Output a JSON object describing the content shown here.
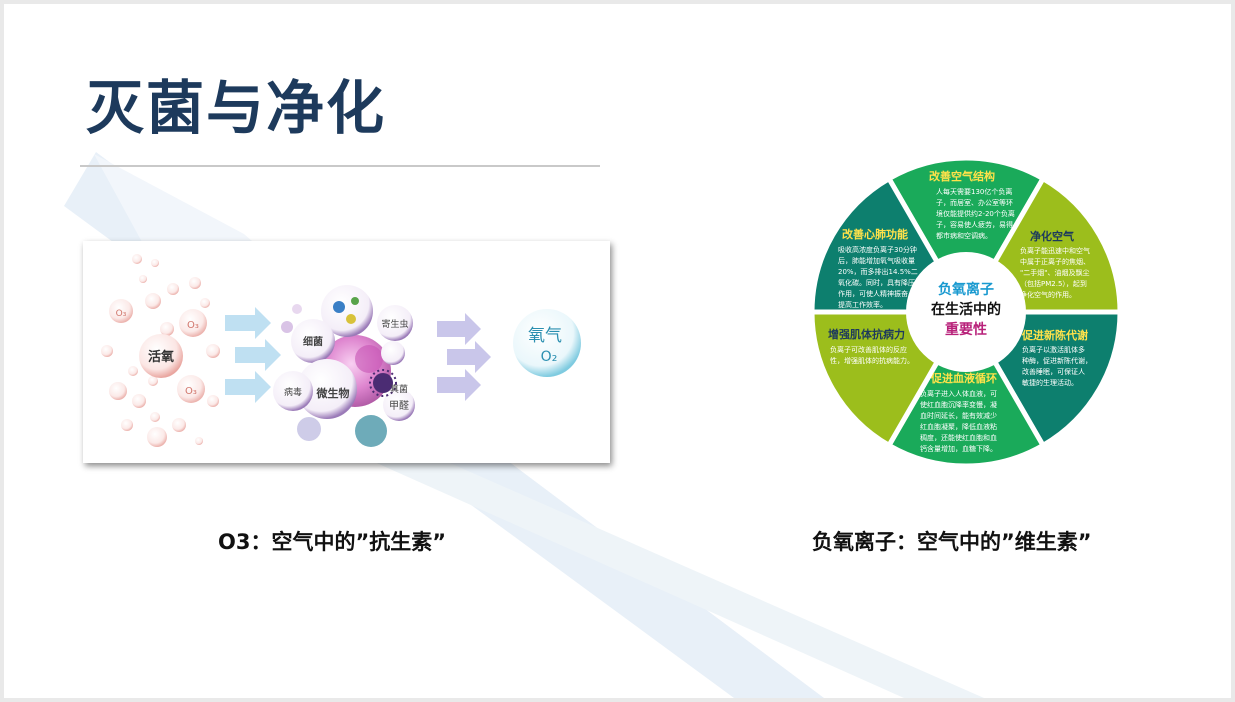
{
  "title": "灭菌与净化",
  "left_image": {
    "active_oxygen": "活氧",
    "o3": "O₃",
    "bacteria": "细菌",
    "parasite": "寄生虫",
    "fungi": "真菌",
    "virus": "病毒",
    "microbe": "微生物",
    "formaldehyde": "甲醛",
    "oxygen": "氧气",
    "o2": "O₂"
  },
  "captions": {
    "left": "O3：空气中的”抗生素”",
    "right": "负氧离子：空气中的”维生素”"
  },
  "wheel": {
    "center": {
      "line1": "负氧离子",
      "line2": "在生活中的",
      "line3": "重要性"
    },
    "segments": [
      {
        "title": "改善空气结构",
        "lines": [
          "人每天需要130亿个负离",
          "子，而居室、办公室等环",
          "境仅能提供约2-20个负离",
          "子，容易使人疲劳，易得",
          "都市病和空调病。"
        ]
      },
      {
        "title": "净化空气",
        "lines": [
          "负离子能迅速中和空气",
          "中属于正离子的焦烟、",
          "\"二手烟\"、油烟及飘尘",
          "（包括PM2.5），起到",
          "净化空气的作用。"
        ]
      },
      {
        "title": "促进新陈代谢",
        "lines": [
          "负离子以激活肌体多",
          "种酶，促进新陈代谢，",
          "改善睡眠，可保证人",
          "敏捷的生理活动。"
        ]
      },
      {
        "title": "促进血液循环",
        "lines": [
          "负离子进入人体血液，可",
          "使红血胞沉降率变慢，凝",
          "血时间延长，能有效减少",
          "红血胞凝聚，降低血液粘",
          "稠度，还能使红血胞和血",
          "钙含量增加，血糖下降。"
        ]
      },
      {
        "title": "增强肌体抗病力",
        "lines": [
          "负离子可改善肌体的反应",
          "性，增强肌体的抗病能力。"
        ]
      },
      {
        "title": "改善心肺功能",
        "lines": [
          "吸收高浓度负离子30分钟",
          "后，肺能增加氧气吸收量",
          "20%，而多排出14.5%二",
          "氧化碳。同时，具有降压",
          "作用，可使人精神振奋，",
          "提高工作效率。"
        ]
      }
    ]
  },
  "colors": {
    "title": "#1d3a5c",
    "teal": "#0d7f6e",
    "green": "#1aaa5a",
    "yellow_green": "#9cbe1c",
    "center_title": "#1a9ad0",
    "center_accent": "#b8217a"
  }
}
